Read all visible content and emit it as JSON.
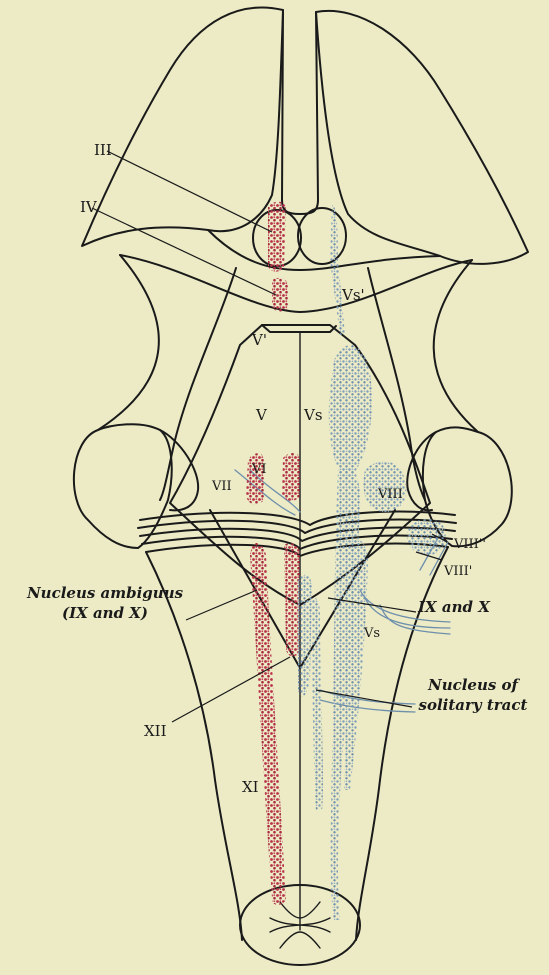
{
  "labels": {
    "n3": "III",
    "n4": "IV",
    "v_prime": "V'",
    "vs_prime": "Vs'",
    "v": "V",
    "vs": "Vs",
    "vi": "VI",
    "vii": "VII",
    "viii": "VIII",
    "viii_dbl": "VIII''",
    "viii_single": "VIII'",
    "nucleus_ambiguus_1": "Nucleus ambiguus",
    "nucleus_ambiguus_2": "(IX and X)",
    "ix_x": "IX and X",
    "vs_lower": "Vs",
    "xii": "XII",
    "solitary_1": "Nucleus of",
    "solitary_2": "solitary tract",
    "xi": "XI"
  },
  "colors": {
    "background": "#ecebc6",
    "outline": "#1a1a1a",
    "motor_nuclei": "#b8324a",
    "sensory_nuclei": "#7f9eb8"
  }
}
